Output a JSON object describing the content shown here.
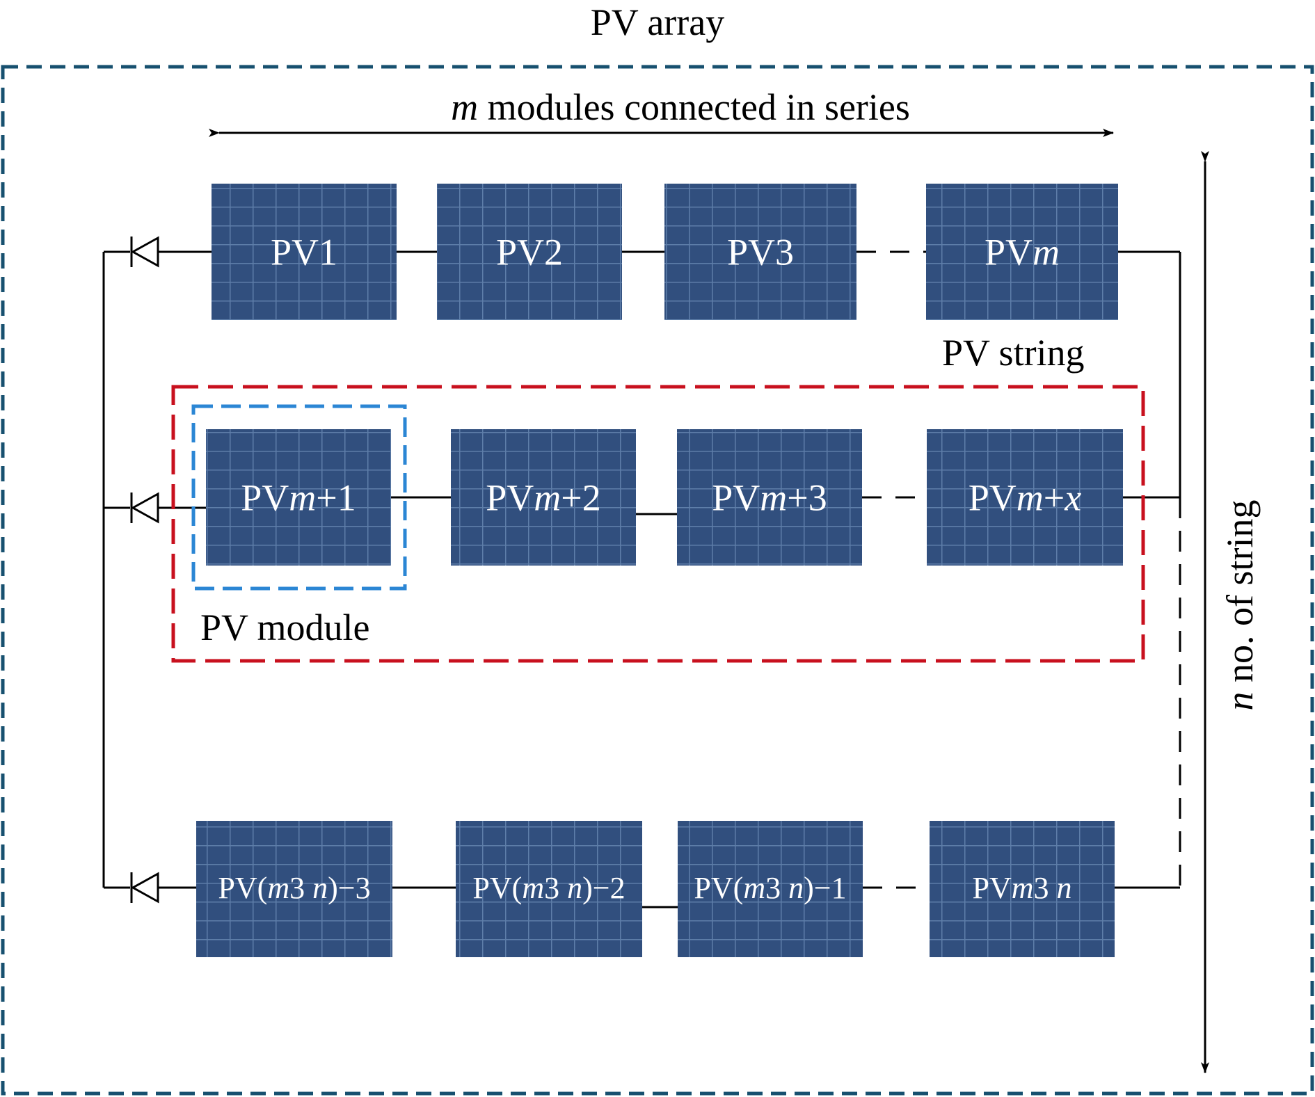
{
  "colors": {
    "array_border": "#17506f",
    "string_border": "#c8101e",
    "module_border": "#2b86d4",
    "panel_base": "#33507f",
    "panel_grid": "#6f8fb8",
    "wire": "#000000"
  },
  "labels": {
    "array": "PV array",
    "series_prefix": "m",
    "series_text": " modules connected in series",
    "string": "PV string",
    "module": "PV module",
    "strings_prefix": "n",
    "strings_text": " no. of string"
  },
  "rows": [
    {
      "modules": [
        {
          "label": "PV1",
          "parts": [
            {
              "t": "PV1",
              "i": false
            }
          ]
        },
        {
          "label": "PV2",
          "parts": [
            {
              "t": "PV2",
              "i": false
            }
          ]
        },
        {
          "label": "PV3",
          "parts": [
            {
              "t": "PV3",
              "i": false
            }
          ]
        },
        {
          "label": "PVm",
          "parts": [
            {
              "t": "PV",
              "i": false
            },
            {
              "t": "m",
              "i": true
            }
          ]
        }
      ]
    },
    {
      "modules": [
        {
          "label": "PVm+1",
          "parts": [
            {
              "t": "PV",
              "i": false
            },
            {
              "t": "m",
              "i": true
            },
            {
              "t": "+1",
              "i": false
            }
          ]
        },
        {
          "label": "PVm+2",
          "parts": [
            {
              "t": "PV",
              "i": false
            },
            {
              "t": "m",
              "i": true
            },
            {
              "t": "+2",
              "i": false
            }
          ]
        },
        {
          "label": "PVm+3",
          "parts": [
            {
              "t": "PV",
              "i": false
            },
            {
              "t": "m",
              "i": true
            },
            {
              "t": "+3",
              "i": false
            }
          ]
        },
        {
          "label": "PVm+x",
          "parts": [
            {
              "t": "PV",
              "i": false
            },
            {
              "t": "m",
              "i": true
            },
            {
              "t": "+",
              "i": false
            },
            {
              "t": "x",
              "i": true
            }
          ]
        }
      ]
    },
    {
      "modules": [
        {
          "label": "PV(m3 n)−3",
          "parts": [
            {
              "t": "PV(",
              "i": false
            },
            {
              "t": "m",
              "i": true
            },
            {
              "t": "3 ",
              "i": false
            },
            {
              "t": "n",
              "i": true
            },
            {
              "t": ")−3",
              "i": false
            }
          ]
        },
        {
          "label": "PV(m3 n)−2",
          "parts": [
            {
              "t": "PV(",
              "i": false
            },
            {
              "t": "m",
              "i": true
            },
            {
              "t": "3 ",
              "i": false
            },
            {
              "t": "n",
              "i": true
            },
            {
              "t": ")−2",
              "i": false
            }
          ]
        },
        {
          "label": "PV(m3 n)−1",
          "parts": [
            {
              "t": "PV(",
              "i": false
            },
            {
              "t": "m",
              "i": true
            },
            {
              "t": "3 ",
              "i": false
            },
            {
              "t": "n",
              "i": true
            },
            {
              "t": ")−1",
              "i": false
            }
          ]
        },
        {
          "label": "PVm3 n",
          "parts": [
            {
              "t": "PV",
              "i": false
            },
            {
              "t": "m",
              "i": true
            },
            {
              "t": "3 ",
              "i": false
            },
            {
              "t": "n",
              "i": true
            }
          ]
        }
      ]
    }
  ]
}
